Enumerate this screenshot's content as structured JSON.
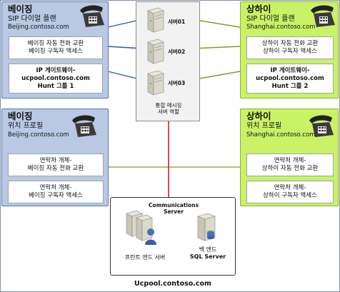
{
  "beijing_sip": {
    "city": "베이징",
    "subtitle": "SIP 다이얼 플랜",
    "domain": "Beijing.contoso.com",
    "card1": [
      "베이징 자동 전화 교환",
      "베이징 구독자 액세스"
    ],
    "card2": [
      "IP 게이트웨이-",
      "ucpool.contoso.com",
      "Hunt 그룹 1"
    ]
  },
  "shanghai_sip": {
    "city": "상하이",
    "subtitle": "SIP 다이얼 플랜",
    "domain": "Shanghai.contoso.com",
    "card1": [
      "상하이 자동 전화 교환",
      "상하이 구독자 액세스"
    ],
    "card2": [
      "IP 게이트웨이-",
      "ucpool.contoso.com",
      "Hunt 그룹 2"
    ]
  },
  "beijing_loc": {
    "city": "베이징",
    "subtitle": "위치 프로필",
    "domain": "Beijing.contoso.com",
    "card1": [
      "연락처 개체-",
      "베이징 자동 전화 교환"
    ],
    "card2": [
      "연락처 개체-",
      "베이징 구독자 액세스"
    ]
  },
  "shanghai_loc": {
    "city": "상하이",
    "subtitle": "위치 프로필",
    "domain": "Shanghai.contoso.com",
    "card1": [
      "연락처 개체-",
      "상하이 자동 전화 교환"
    ],
    "card2": [
      "연락처 개체-",
      "상하이 구독자 액세스"
    ]
  },
  "servers": {
    "s1": "서버01",
    "s2": "서버02",
    "s3": "서버03",
    "caption": [
      "통합 메시징",
      "서버 역할"
    ]
  },
  "bottom": {
    "title": [
      "Communications",
      "Server"
    ],
    "frontend": "프런트 엔드 서버",
    "backend": [
      "백 엔드",
      "SQL Server"
    ],
    "pool": "Ucpool.contoso.com"
  },
  "colors": {
    "blue_link": "#2f5aa8",
    "green_link": "#7aa02a",
    "red_link": "#cc2222"
  }
}
